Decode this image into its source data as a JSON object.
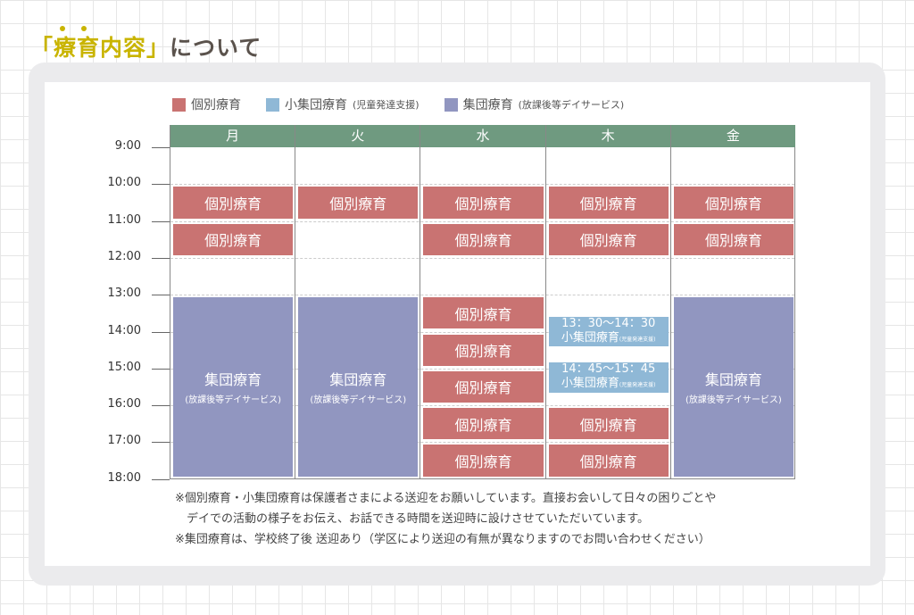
{
  "title": {
    "highlight": "「療育内容」",
    "rest": "について"
  },
  "colors": {
    "individual": "#c97372",
    "small_group": "#8fb8d6",
    "group": "#9196c0",
    "header": "#6f9a80"
  },
  "legend": [
    {
      "key": "individual",
      "label": "個別療育",
      "sub": ""
    },
    {
      "key": "small_group",
      "label": "小集団療育",
      "sub": "(児童発達支援)"
    },
    {
      "key": "group",
      "label": "集団療育",
      "sub": "(放課後等デイサービス)"
    }
  ],
  "days": [
    "月",
    "火",
    "水",
    "木",
    "金"
  ],
  "times": [
    "9:00",
    "10:00",
    "11:00",
    "12:00",
    "13:00",
    "14:00",
    "15:00",
    "16:00",
    "17:00",
    "18:00"
  ],
  "schedule": [
    [
      {
        "type": "individual",
        "start": 10,
        "end": 11,
        "label": "個別療育"
      },
      {
        "type": "individual",
        "start": 11,
        "end": 12,
        "label": "個別療育"
      },
      {
        "type": "group",
        "start": 13,
        "end": 18,
        "label": "集団療育",
        "sub": "(放課後等デイサービス)"
      }
    ],
    [
      {
        "type": "individual",
        "start": 10,
        "end": 11,
        "label": "個別療育"
      },
      {
        "type": "group",
        "start": 13,
        "end": 18,
        "label": "集団療育",
        "sub": "(放課後等デイサービス)"
      }
    ],
    [
      {
        "type": "individual",
        "start": 10,
        "end": 11,
        "label": "個別療育"
      },
      {
        "type": "individual",
        "start": 11,
        "end": 12,
        "label": "個別療育"
      },
      {
        "type": "individual",
        "start": 13,
        "end": 14,
        "label": "個別療育"
      },
      {
        "type": "individual",
        "start": 14,
        "end": 15,
        "label": "個別療育"
      },
      {
        "type": "individual",
        "start": 15,
        "end": 16,
        "label": "個別療育"
      },
      {
        "type": "individual",
        "start": 16,
        "end": 17,
        "label": "個別療育"
      },
      {
        "type": "individual",
        "start": 17,
        "end": 18,
        "label": "個別療育"
      }
    ],
    [
      {
        "type": "individual",
        "start": 10,
        "end": 11,
        "label": "個別療育"
      },
      {
        "type": "individual",
        "start": 11,
        "end": 12,
        "label": "個別療育"
      },
      {
        "type": "small_group",
        "start": 13.5,
        "end": 14.5,
        "time": "13：30〜14：30",
        "label": "小集団療育",
        "sub": "(児童発達支援)"
      },
      {
        "type": "small_group",
        "start": 14.75,
        "end": 15.75,
        "time": "14：45〜15：45",
        "label": "小集団療育",
        "sub": "(児童発達支援)"
      },
      {
        "type": "individual",
        "start": 16,
        "end": 17,
        "label": "個別療育"
      },
      {
        "type": "individual",
        "start": 17,
        "end": 18,
        "label": "個別療育"
      }
    ],
    [
      {
        "type": "individual",
        "start": 10,
        "end": 11,
        "label": "個別療育"
      },
      {
        "type": "individual",
        "start": 11,
        "end": 12,
        "label": "個別療育"
      },
      {
        "type": "group",
        "start": 13,
        "end": 18,
        "label": "集団療育",
        "sub": "(放課後等デイサービス)"
      }
    ]
  ],
  "notes": [
    "※個別療育・小集団療育は保護者さまによる送迎をお願いしています。直接お会いして日々の困りごとや",
    "　デイでの活動の様子をお伝え、お話できる時間を送迎時に設けさせていただいています。",
    "※集団療育は、学校終了後 送迎あり（学区により送迎の有無が異なりますのでお問い合わせください）"
  ]
}
